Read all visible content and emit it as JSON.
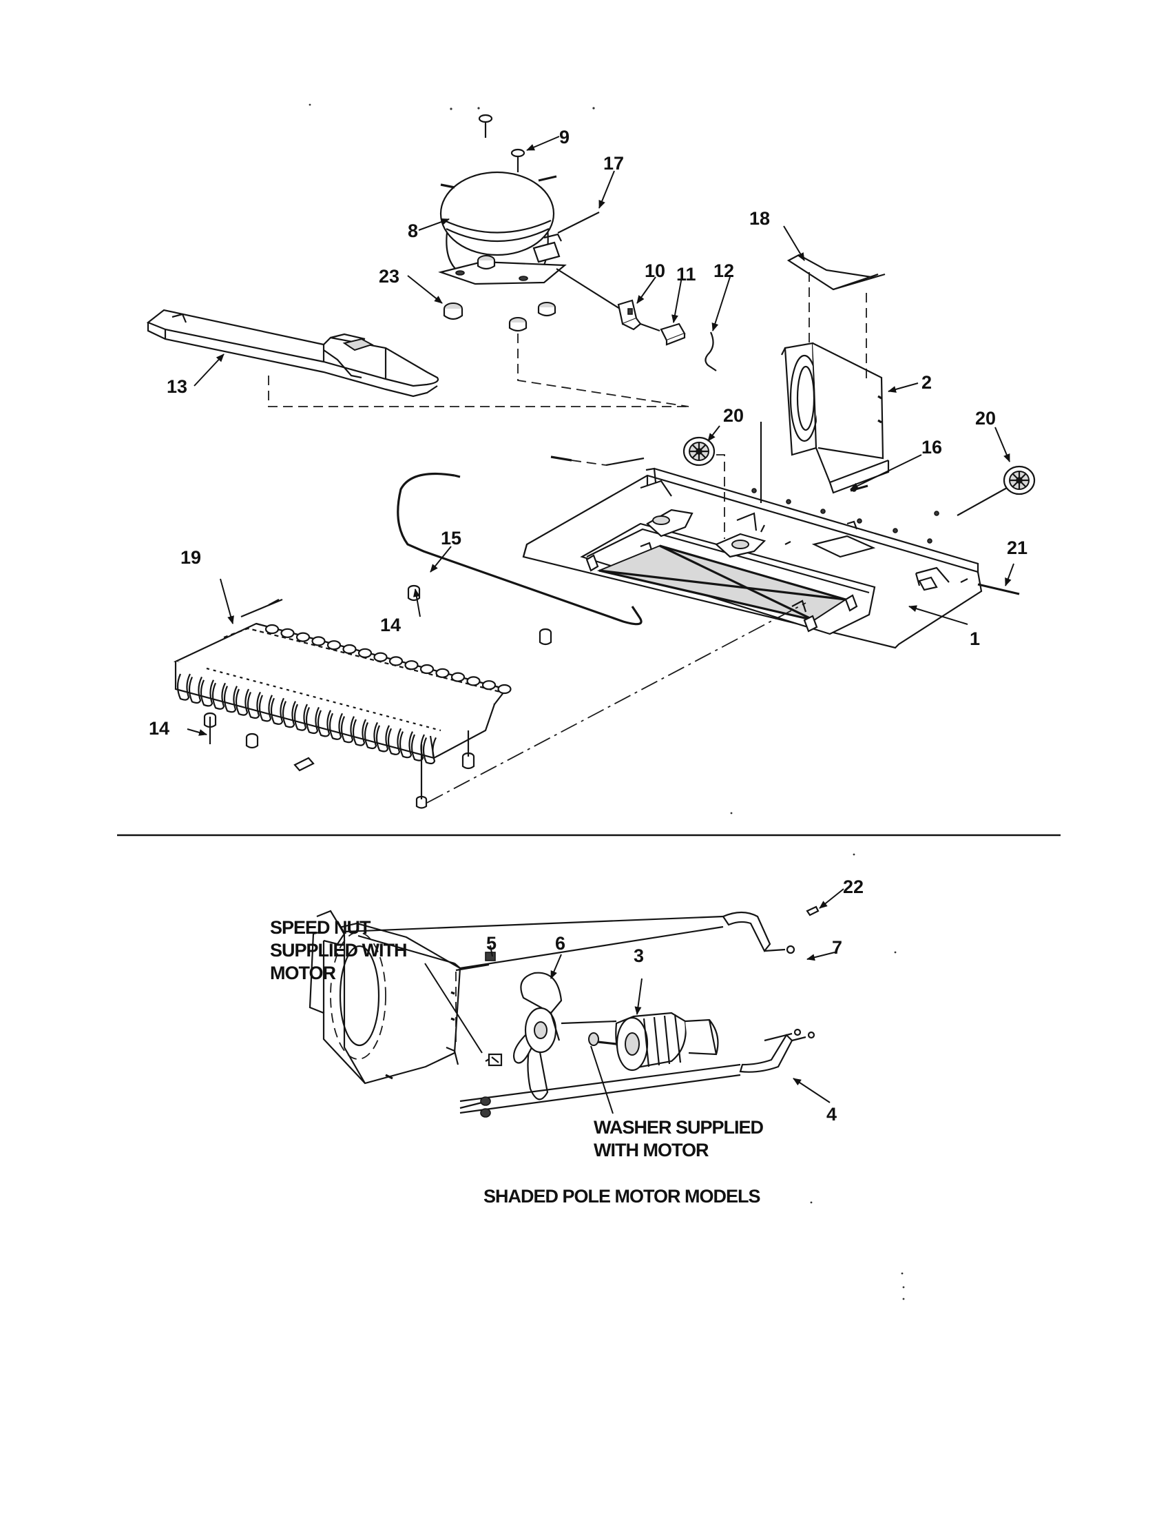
{
  "diagram": {
    "callouts": {
      "c1": "1",
      "c2": "2",
      "c3": "3",
      "c4": "4",
      "c5": "5",
      "c6": "6",
      "c7": "7",
      "c8": "8",
      "c9": "9",
      "c10": "10",
      "c11": "11",
      "c12": "12",
      "c13": "13",
      "c14a": "14",
      "c14b": "14",
      "c15": "15",
      "c16": "16",
      "c17": "17",
      "c18": "18",
      "c19": "19",
      "c20a": "20",
      "c20b": "20",
      "c21": "21",
      "c22": "22",
      "c23": "23"
    },
    "notes": {
      "speed_nut_1": "SPEED NUT",
      "speed_nut_2": "SUPPLIED WITH",
      "speed_nut_3": "MOTOR",
      "washer_1": "WASHER SUPPLIED",
      "washer_2": "WITH MOTOR",
      "caption": "SHADED POLE MOTOR MODELS"
    }
  }
}
